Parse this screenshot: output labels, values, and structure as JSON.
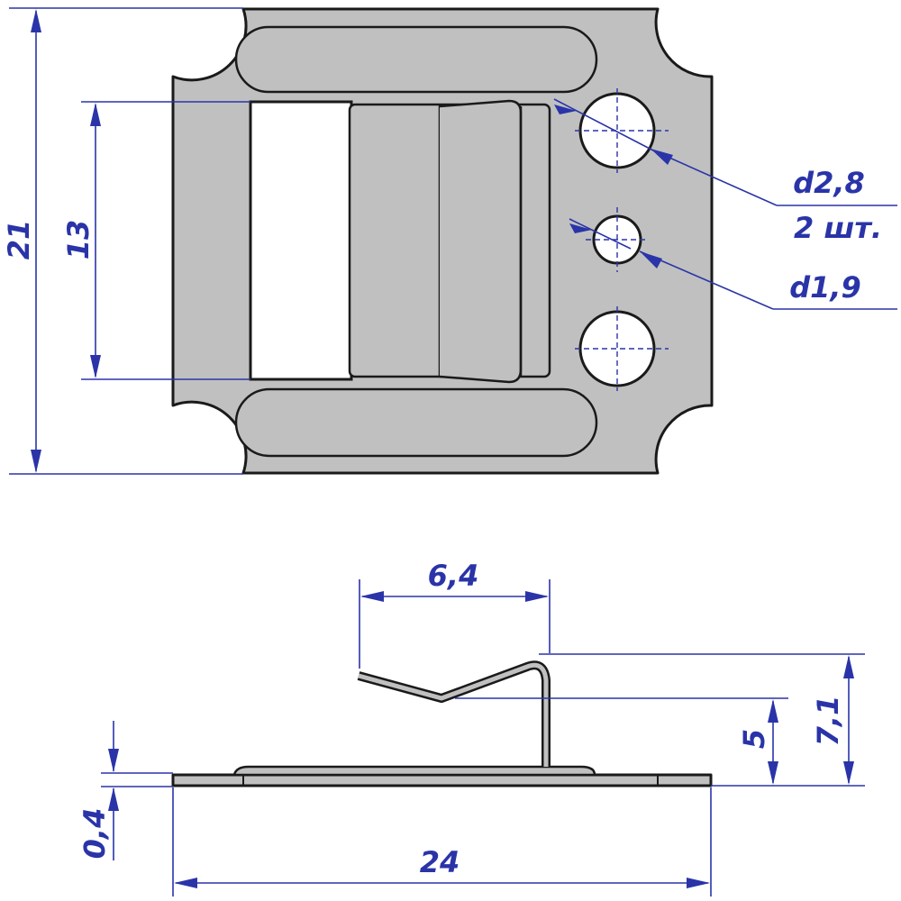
{
  "top_view": {
    "dimensions": {
      "height_total": "21",
      "window_height": "13",
      "large_hole": "d2,8",
      "large_hole_count": "2 шт.",
      "small_hole": "d1,9"
    }
  },
  "side_view": {
    "dimensions": {
      "spring_length": "6,4",
      "spring_height": "5",
      "total_height": "7,1",
      "thickness": "0,4",
      "width_total": "24"
    }
  },
  "colors": {
    "metal_fill": "#c0c0c0",
    "outline": "#1a1a1a",
    "dimension": "#2a34a8"
  }
}
